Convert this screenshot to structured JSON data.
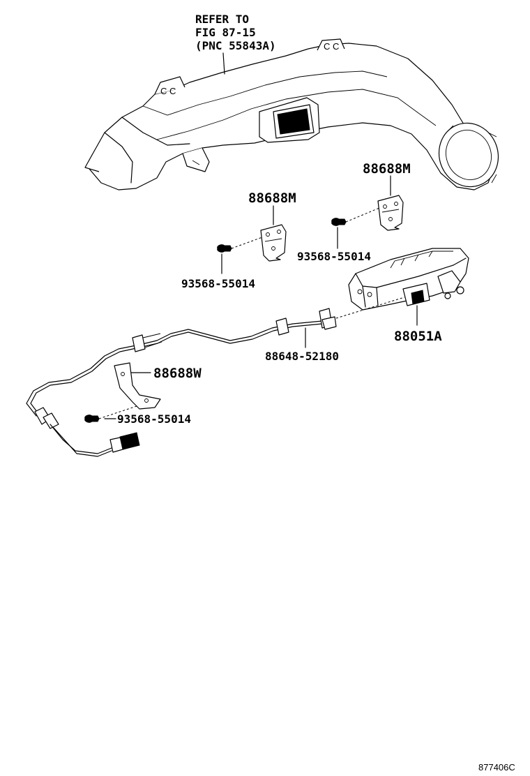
{
  "callouts": {
    "duct_ref_line1": "REFER TO",
    "duct_ref_line2": "FIG 87-15",
    "duct_ref_line3": "(PNC 55843A)",
    "bracket_upper_left": "88688M",
    "bracket_upper_right": "88688M",
    "screw_upper_left": "93568-55014",
    "screw_upper_right": "93568-55014",
    "sensor": "88051A",
    "wire_harness": "88648-52180",
    "bracket_lower": "88688W",
    "screw_lower": "93568-55014"
  },
  "figure_id": "877406C"
}
